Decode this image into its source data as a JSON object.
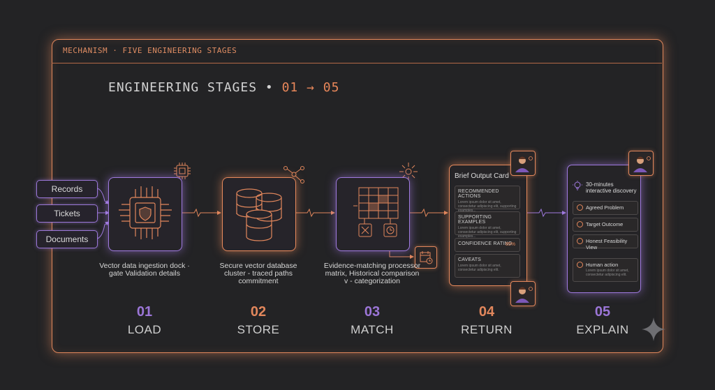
{
  "header": {
    "label": "MECHANISM · FIVE ENGINEERING STAGES",
    "title_prefix": "ENGINEERING STAGES •",
    "title_range": "01 → 05"
  },
  "inputs": [
    "Records",
    "Tickets",
    "Documents"
  ],
  "stages": [
    {
      "num": "01",
      "label": "LOAD",
      "desc": "Vector data ingestion dock · gate Validation details"
    },
    {
      "num": "02",
      "label": "STORE",
      "desc": "Secure vector database cluster - traced paths commitment"
    },
    {
      "num": "03",
      "label": "MATCH",
      "desc": "Evidence-matching processor matrix, Historical comparison v - categorization"
    },
    {
      "num": "04",
      "label": "RETURN"
    },
    {
      "num": "05",
      "label": "EXPLAIN"
    }
  ],
  "output_card": {
    "title": "Brief Output Card",
    "sections": [
      {
        "heading": "RECOMMENDED ACTIONS",
        "body": "Lorem ipsum dolor sit amet, consectetur adipiscing elit, supporting examples..."
      },
      {
        "heading": "SUPPORTING EXAMPLES",
        "body": "Lorem ipsum dolor sit amet, consectetur adipiscing elit, supporting examples..."
      },
      {
        "heading": "CONFIDENCE RATING",
        "value": "85%"
      },
      {
        "heading": "CAVEATS",
        "body": "Lorem ipsum dolor sit amet, consectetur adipiscing elit."
      }
    ]
  },
  "discovery_card": {
    "title": "30-minutes interactive discovery",
    "items": [
      "Agreed Problem",
      "Target Outcome",
      "Honest Feasibility View"
    ],
    "action": {
      "heading": "Human action",
      "body": "Lorem ipsum dolor sit amet, consectetur adipiscing elit."
    }
  },
  "colors": {
    "accent_orange": "#e2875c",
    "accent_purple": "#9c76d8",
    "background": "#232325"
  }
}
